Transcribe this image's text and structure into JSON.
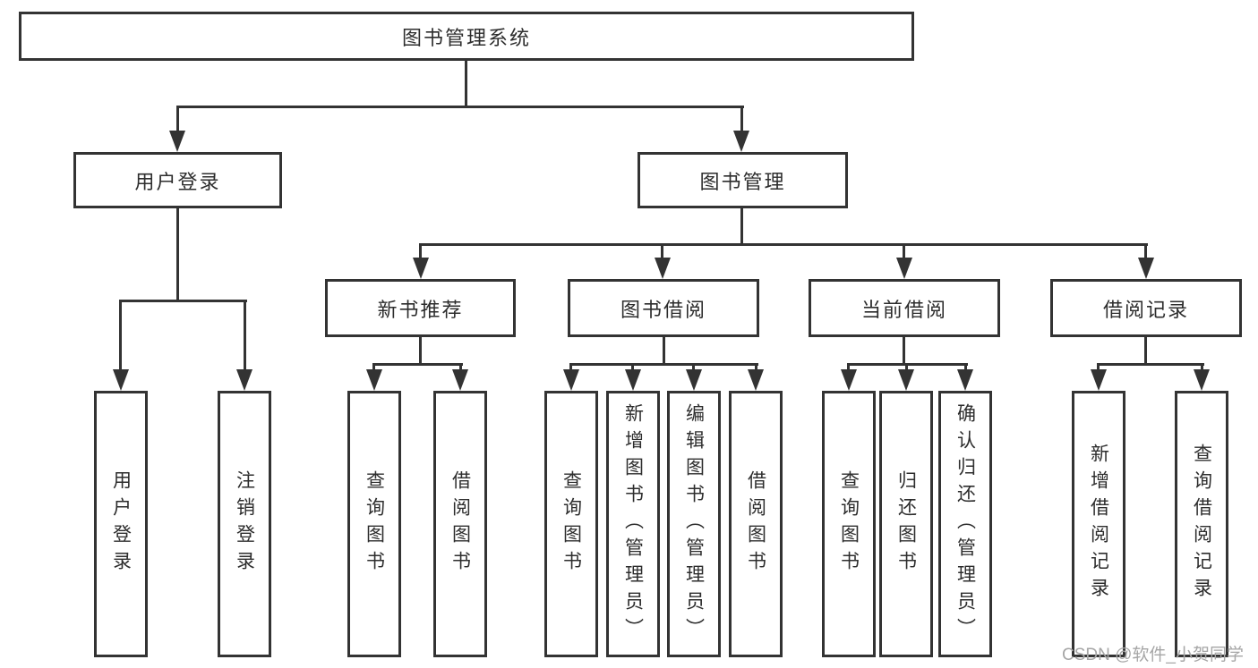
{
  "tree": {
    "root": {
      "label": "图书管理系统"
    },
    "branches": [
      {
        "label": "用户登录",
        "children": [
          {
            "label": "用户登录"
          },
          {
            "label": "注销登录"
          }
        ]
      },
      {
        "label": "图书管理",
        "children": [
          {
            "label": "新书推荐",
            "children": [
              {
                "label": "查询图书"
              },
              {
                "label": "借阅图书"
              }
            ]
          },
          {
            "label": "图书借阅",
            "children": [
              {
                "label": "查询图书"
              },
              {
                "label": "新增图书（管理员）"
              },
              {
                "label": "编辑图书（管理员）"
              },
              {
                "label": "借阅图书"
              }
            ]
          },
          {
            "label": "当前借阅",
            "children": [
              {
                "label": "查询图书"
              },
              {
                "label": "归还图书"
              },
              {
                "label": "确认归还（管理员）"
              }
            ]
          },
          {
            "label": "借阅记录",
            "children": [
              {
                "label": "新增借阅记录"
              },
              {
                "label": "查询借阅记录"
              }
            ]
          }
        ]
      }
    ]
  },
  "watermark": {
    "text": "CSDN @软件_小贺同学",
    "color": "#a6a6a6"
  },
  "colors": {
    "line": "#333333",
    "box_border": "#333333",
    "box_background": "#ffffff",
    "text": "#2d2d2d",
    "background": "#ffffff"
  }
}
